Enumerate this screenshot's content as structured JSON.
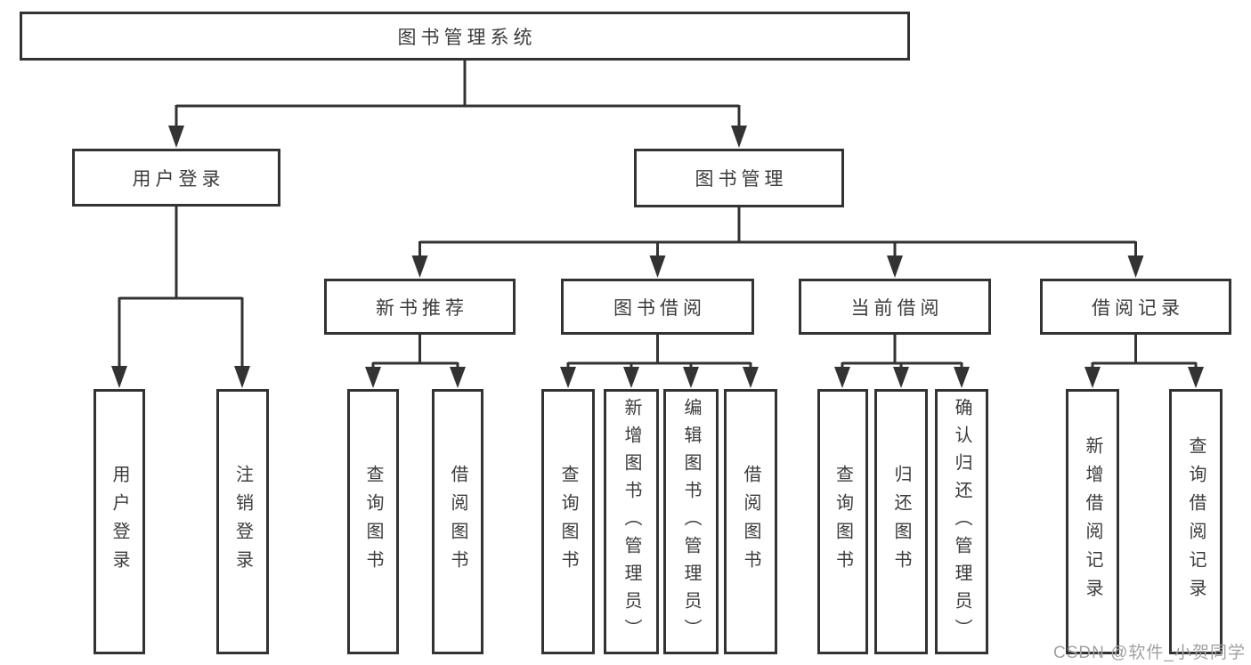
{
  "diagram": {
    "title": "图书管理系统",
    "level2": [
      {
        "label": "用户登录",
        "children": [
          {
            "label": "用户登录"
          },
          {
            "label": "注销登录"
          }
        ]
      },
      {
        "label": "图书管理",
        "children": [
          {
            "label": "新书推荐",
            "children": [
              {
                "label": "查询图书"
              },
              {
                "label": "借阅图书"
              }
            ]
          },
          {
            "label": "图书借阅",
            "children": [
              {
                "label": "查询图书"
              },
              {
                "label": "新增图书（管理员）"
              },
              {
                "label": "编辑图书（管理员）"
              },
              {
                "label": "借阅图书"
              }
            ]
          },
          {
            "label": "当前借阅",
            "children": [
              {
                "label": "查询图书"
              },
              {
                "label": "归还图书"
              },
              {
                "label": "确认归还（管理员）"
              }
            ]
          },
          {
            "label": "借阅记录",
            "children": [
              {
                "label": "新增借阅记录"
              },
              {
                "label": "查询借阅记录"
              }
            ]
          }
        ]
      }
    ]
  },
  "watermark": {
    "text": "CSDN @软件_小贺同学"
  },
  "colors": {
    "line": "#333333",
    "box_border": "#333333",
    "box_fill": "#ffffff",
    "text": "#3c3c3c",
    "watermark": "#a2a2a2"
  }
}
